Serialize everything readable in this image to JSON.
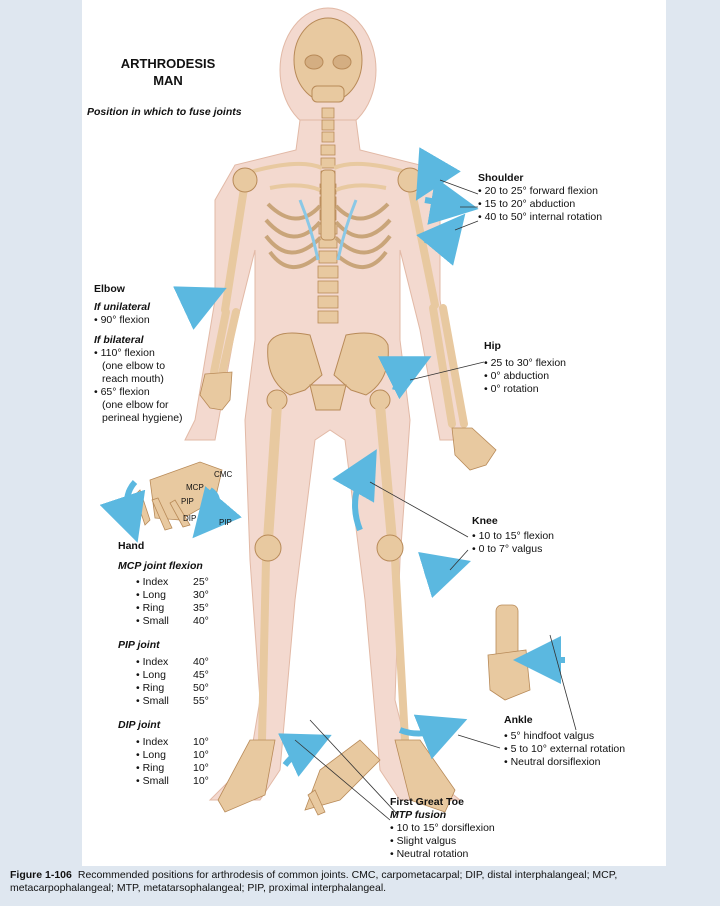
{
  "title_line1": "ARTHRODESIS",
  "title_line2": "MAN",
  "subtitle": "Position in which to fuse joints",
  "shoulder": {
    "heading": "Shoulder",
    "items": [
      "• 20 to 25° forward flexion",
      "• 15 to 20° abduction",
      "• 40 to 50° internal rotation"
    ]
  },
  "elbow": {
    "heading": "Elbow",
    "unilateral": "If unilateral",
    "uni_items": [
      "• 90° flexion"
    ],
    "bilateral": "If bilateral",
    "bi_items": [
      "• 110° flexion",
      "(one elbow to",
      "reach mouth)",
      "• 65° flexion",
      "(one elbow for",
      "perineal hygiene)"
    ]
  },
  "hip": {
    "heading": "Hip",
    "items": [
      "• 25 to 30° flexion",
      "• 0° abduction",
      "• 0° rotation"
    ]
  },
  "knee": {
    "heading": "Knee",
    "items": [
      "• 10 to 15° flexion",
      "• 0 to 7° valgus"
    ]
  },
  "ankle": {
    "heading": "Ankle",
    "items": [
      "• 5° hindfoot valgus",
      "• 5 to 10° external rotation",
      "• Neutral dorsiflexion"
    ]
  },
  "toe": {
    "heading": "First Great Toe",
    "sub": "MTP fusion",
    "items": [
      "• 10 to 15° dorsiflexion",
      "• Slight valgus",
      "• Neutral rotation"
    ]
  },
  "hand": {
    "heading": "Hand",
    "hand_labels": {
      "cmc": "CMC",
      "mcp": "MCP",
      "pip": "PIP",
      "dip": "DIP",
      "pip2": "PIP"
    },
    "mcp": {
      "title": "MCP joint flexion",
      "rows": [
        {
          "k": "• Index",
          "v": "25°"
        },
        {
          "k": "• Long",
          "v": "30°"
        },
        {
          "k": "• Ring",
          "v": "35°"
        },
        {
          "k": "• Small",
          "v": "40°"
        }
      ]
    },
    "pip": {
      "title": "PIP joint",
      "rows": [
        {
          "k": "• Index",
          "v": "40°"
        },
        {
          "k": "• Long",
          "v": "45°"
        },
        {
          "k": "• Ring",
          "v": "50°"
        },
        {
          "k": "• Small",
          "v": "55°"
        }
      ]
    },
    "dip": {
      "title": "DIP joint",
      "rows": [
        {
          "k": "• Index",
          "v": "10°"
        },
        {
          "k": "• Long",
          "v": "10°"
        },
        {
          "k": "• Ring",
          "v": "10°"
        },
        {
          "k": "• Small",
          "v": "10°"
        }
      ]
    }
  },
  "caption": {
    "label": "Figure 1-106",
    "text": "Recommended positions for arthrodesis of common joints. CMC, carpometacarpal; DIP, distal interphalangeal; MCP, metacarpophalangeal; MTP, metatarsophalangeal; PIP, proximal interphalangeal."
  },
  "colors": {
    "skin": "#f3d9cf",
    "bone": "#e8c9a0",
    "bone_dark": "#c9975e",
    "cartilage": "#8ac8e6",
    "arrow": "#5bb8e0",
    "page": "#ffffff",
    "border": "#dfe7f0"
  }
}
